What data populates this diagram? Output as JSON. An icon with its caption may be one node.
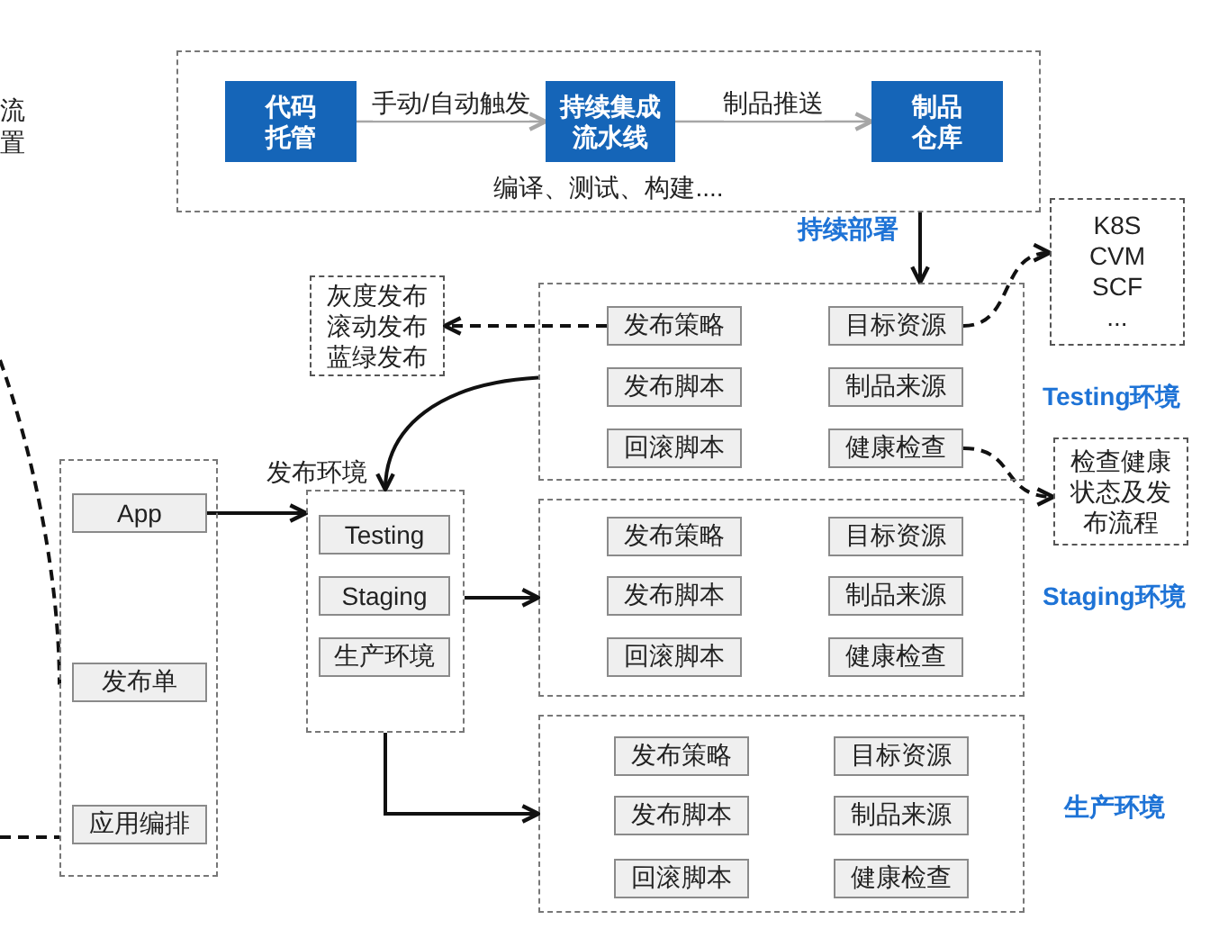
{
  "diagram": {
    "nodes": [
      {
        "text": [
          "编译、测试、构建...."
        ]
      },
      {
        "text": [
          "代码托管"
        ],
        "in": 0
      },
      {
        "text": [
          "持续集成流水线"
        ],
        "in": 0
      },
      {
        "text": [
          "制品仓库"
        ],
        "in": 0
      },
      {
        "text": [
          "灰度发布",
          "滚动发布",
          "蓝绿发布"
        ]
      },
      {
        "text": [
          "Testing环境"
        ]
      },
      {
        "text": [
          "发布策略"
        ],
        "in": 5
      },
      {
        "text": [
          "目标资源"
        ],
        "in": 5
      },
      {
        "text": [
          "发布脚本"
        ],
        "in": 5
      },
      {
        "text": [
          "制品来源"
        ],
        "in": 5
      },
      {
        "text": [
          "回滚脚本"
        ],
        "in": 5
      },
      {
        "text": [
          "健康检查"
        ],
        "in": 5
      },
      {
        "text": [
          "K8S",
          "CVM",
          "SCF",
          "..."
        ]
      },
      {
        "text": [
          "检查健康状态及发布流程"
        ]
      },
      {
        "text": [],
        "shape": "box"
      },
      {
        "text": [
          "App"
        ],
        "in": 14
      },
      {
        "text": [
          "发布单"
        ],
        "in": 14
      },
      {
        "text": [
          "应用编排"
        ],
        "in": 14
      },
      {
        "text": [
          "发布环境"
        ]
      },
      {
        "text": [
          "Testing"
        ],
        "in": 18
      },
      {
        "text": [
          "Staging"
        ],
        "in": 18
      },
      {
        "text": [
          "生产环境"
        ],
        "in": 18
      },
      {
        "text": [
          "Staging环境"
        ]
      },
      {
        "text": [
          "发布策略"
        ],
        "in": 22
      },
      {
        "text": [
          "目标资源"
        ],
        "in": 22
      },
      {
        "text": [
          "发布脚本"
        ],
        "in": 22
      },
      {
        "text": [
          "制品来源"
        ],
        "in": 22
      },
      {
        "text": [
          "回滚脚本"
        ],
        "in": 22
      },
      {
        "text": [
          "健康检查"
        ],
        "in": 22
      },
      {
        "text": [
          "生产环境"
        ]
      },
      {
        "text": [
          "发布策略"
        ],
        "in": 29
      },
      {
        "text": [
          "目标资源"
        ],
        "in": 29
      },
      {
        "text": [
          "发布脚本"
        ],
        "in": 29
      },
      {
        "text": [
          "制品来源"
        ],
        "in": 29
      },
      {
        "text": [
          "回滚脚本"
        ],
        "in": 29
      },
      {
        "text": [
          "健康检查"
        ],
        "in": 29
      }
    ],
    "edges": [
      {
        "from": 1,
        "to": 2,
        "arrow": "to",
        "label": "手动/自动触发",
        "color": "#a6a6a6"
      },
      {
        "from": 2,
        "to": 3,
        "arrow": "to",
        "label": "制品推送",
        "color": "#a6a6a6"
      },
      {
        "from": 0,
        "to": 5,
        "arrow": "to",
        "label": "持续部署"
      },
      {
        "from": 6,
        "to": 4,
        "arrow": "to",
        "style": "dashed"
      },
      {
        "from": 7,
        "to": 12,
        "arrow": "to",
        "style": "dashed"
      },
      {
        "from": 11,
        "to": 13,
        "arrow": "to",
        "style": "dashed"
      },
      {
        "from": 5,
        "to": 18,
        "arrow": "to"
      },
      {
        "from": 15,
        "to": 18,
        "arrow": "to"
      },
      {
        "from": 18,
        "to": 22,
        "arrow": "to"
      },
      {
        "from": 18,
        "to": 29,
        "arrow": "to"
      },
      {
        "from": null,
        "to": 14,
        "arrow": "none",
        "style": "dashed"
      },
      {
        "from": null,
        "to": 14,
        "arrow": "none",
        "style": "dashed"
      }
    ],
    "labels": [
      "流置"
    ]
  }
}
